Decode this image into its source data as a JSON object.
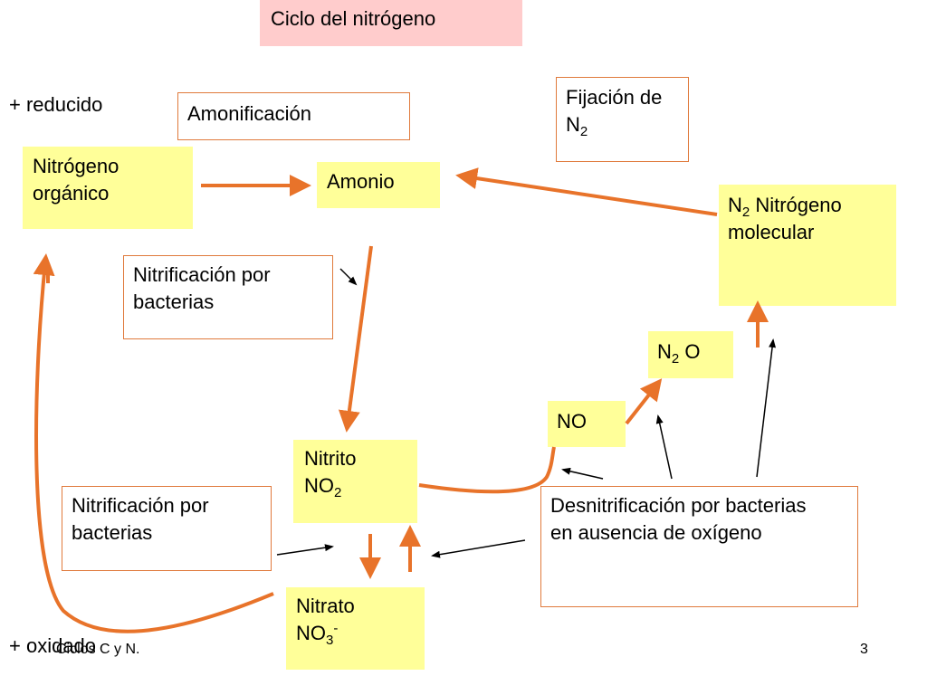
{
  "title": "Ciclo del nitrógeno",
  "labels": {
    "reduced": "+ reducido",
    "oxidized": "+ oxidado"
  },
  "boxes": {
    "amonificacion": "Amonificación",
    "fijacion_line1": "Fijación de",
    "fijacion_n": "N",
    "fijacion_sub": "2",
    "nitrogeno_organico_line1": "Nitrógeno",
    "nitrogeno_organico_line2": "orgánico",
    "amonio": "Amonio",
    "n2_n": "N",
    "n2_sub": "2",
    "n2_rest": " Nitrógeno",
    "n2_line2": "molecular",
    "nitrificacion_1_line1": "Nitrificación por",
    "nitrificacion_1_line2": "bacterias",
    "n2o_n": "N",
    "n2o_sub": "2",
    "n2o_rest": " O",
    "no": "NO",
    "nitrito_line1": "Nitrito",
    "nitrito_formula": "NO",
    "nitrito_sub": "2",
    "nitrificacion_2_line1": "Nitrificación por",
    "nitrificacion_2_line2": "bacterias",
    "desnitrificacion_line1": "Desnitrificación por bacterias",
    "desnitrificacion_line2": "en ausencia de oxígeno",
    "nitrato_line1": "Nitrato",
    "nitrato_formula": "NO",
    "nitrato_sub": "3",
    "nitrato_sup": "-"
  },
  "footer": {
    "source": "Ciclos C y N.",
    "page_number": "3"
  },
  "colors": {
    "title_bg": "#ffcccc",
    "box_yellow": "#ffff99",
    "box_border": "#e07a3c",
    "arrow_orange": "#e8732a",
    "arrow_black": "#000000"
  }
}
